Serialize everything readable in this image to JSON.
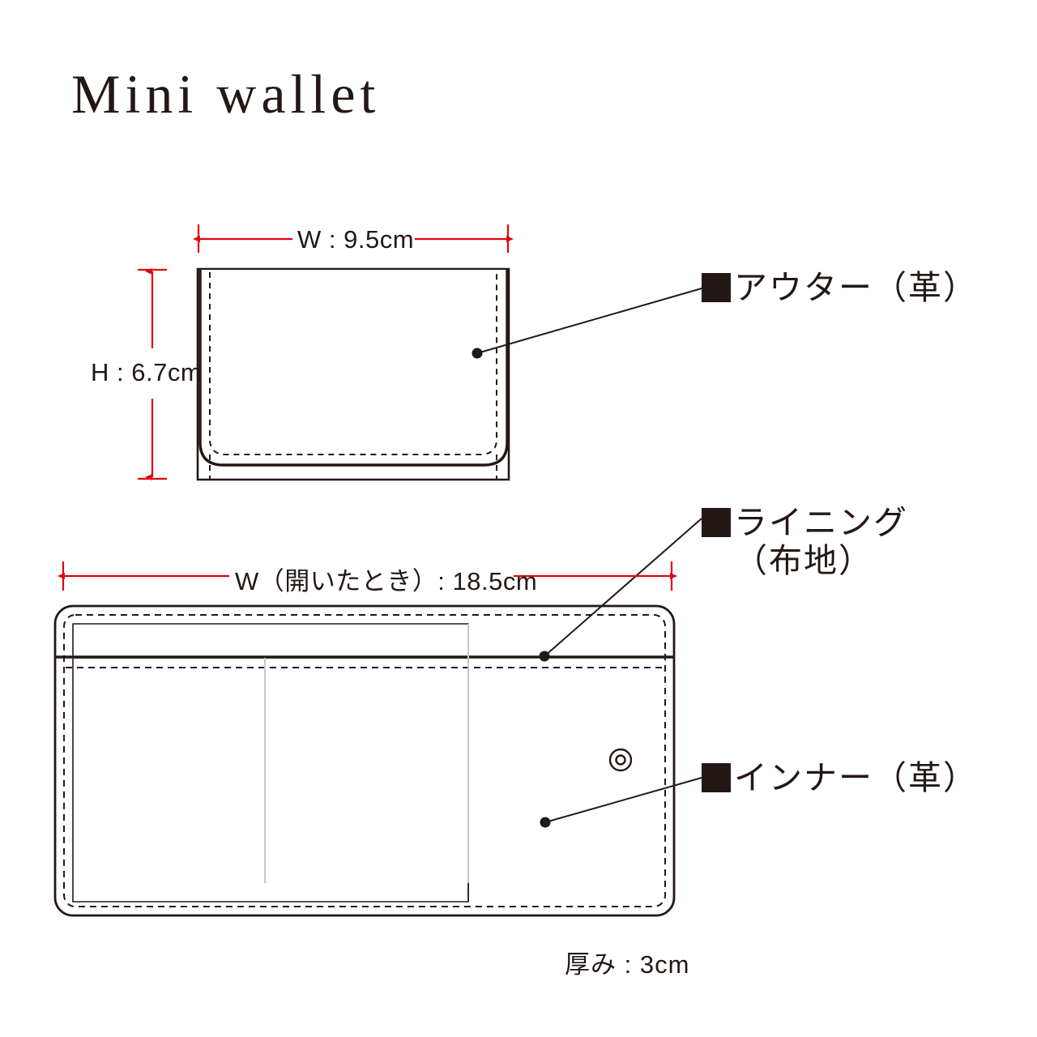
{
  "page": {
    "title": "Mini wallet",
    "background_color": "#ffffff",
    "ink_color": "#231815",
    "dimension_color": "#e50012",
    "fold_line_color": "#c8c8c8"
  },
  "closed_view": {
    "name": "closed-wallet",
    "width_dimension": "W : 9.5cm",
    "height_dimension": "H : 6.7cm"
  },
  "open_view": {
    "name": "open-wallet",
    "width_dimension": "W（開いたとき）: 18.5cm",
    "thickness_note": "厚み : 3cm",
    "snap": "snap-button"
  },
  "callouts": [
    {
      "id": "outer",
      "swatch_color": "#231815",
      "line1": "アウター（革）",
      "line2": "",
      "target": "closed-wallet-body"
    },
    {
      "id": "lining",
      "swatch_color": "#231815",
      "line1": "ライニング",
      "line2": "（布地）",
      "target": "open-wallet-lining-band"
    },
    {
      "id": "inner",
      "swatch_color": "#231815",
      "line1": "インナー（革）",
      "line2": "",
      "target": "open-wallet-inner-panel"
    }
  ]
}
